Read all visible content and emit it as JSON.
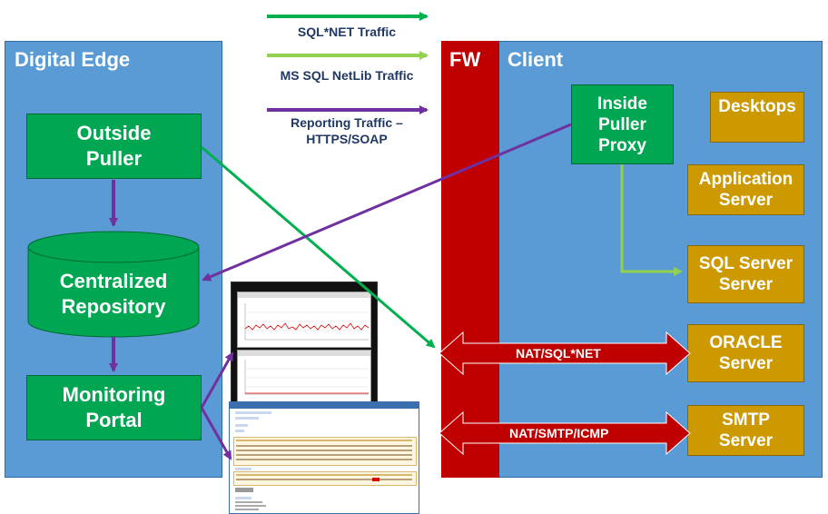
{
  "legend": {
    "sqlnet": {
      "label": "SQL*NET Traffic",
      "color": "#00b050"
    },
    "netlib": {
      "label": "MS SQL NetLib Traffic",
      "color": "#92d050"
    },
    "reporting": {
      "label_line1": "Reporting Traffic –",
      "label_line2": "HTTPS/SOAP",
      "color": "#7030a0"
    }
  },
  "digital_edge": {
    "title": "Digital Edge",
    "outside_puller": {
      "line1": "Outside",
      "line2": "Puller"
    },
    "repository": {
      "line1": "Centralized",
      "line2": "Repository"
    },
    "monitoring_portal": {
      "line1": "Monitoring",
      "line2": "Portal"
    }
  },
  "firewall": {
    "label": "FW"
  },
  "client": {
    "title": "Client",
    "inside_puller": {
      "line1": "Inside",
      "line2": "Puller",
      "line3": "Proxy"
    },
    "desktops": {
      "line1": "Desktops"
    },
    "application_server": {
      "line1": "Application",
      "line2": "Server"
    },
    "sql_server": {
      "line1": "SQL Server",
      "line2": "Server"
    },
    "oracle_server": {
      "line1": "ORACLE",
      "line2": "Server"
    },
    "smtp_server": {
      "line1": "SMTP",
      "line2": "Server"
    }
  },
  "nat": {
    "sqlnet": "NAT/SQL*NET",
    "smtp": "NAT/SMTP/ICMP"
  },
  "colors": {
    "panel_blue": "#5b9bd5",
    "box_green": "#00a651",
    "box_gold": "#cc9900",
    "firewall_red": "#c00000"
  }
}
